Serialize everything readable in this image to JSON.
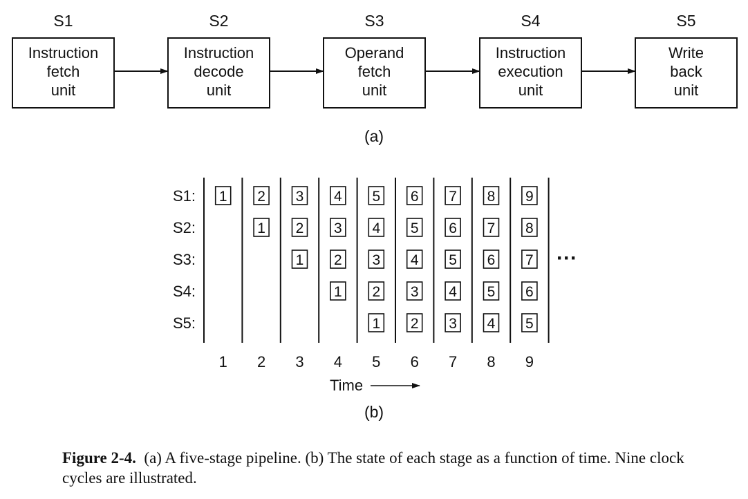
{
  "pipeline": {
    "stages": [
      {
        "id": "S1",
        "lines": [
          "Instruction",
          "fetch",
          "unit"
        ]
      },
      {
        "id": "S2",
        "lines": [
          "Instruction",
          "decode",
          "unit"
        ]
      },
      {
        "id": "S3",
        "lines": [
          "Operand",
          "fetch",
          "unit"
        ]
      },
      {
        "id": "S4",
        "lines": [
          "Instruction",
          "execution",
          "unit"
        ]
      },
      {
        "id": "S5",
        "lines": [
          "Write",
          "back",
          "unit"
        ]
      }
    ],
    "label": "(a)"
  },
  "timing": {
    "rows": [
      {
        "label": "S1:",
        "cells": [
          "1",
          "2",
          "3",
          "4",
          "5",
          "6",
          "7",
          "8",
          "9"
        ]
      },
      {
        "label": "S2:",
        "cells": [
          "",
          "1",
          "2",
          "3",
          "4",
          "5",
          "6",
          "7",
          "8"
        ]
      },
      {
        "label": "S3:",
        "cells": [
          "",
          "",
          "1",
          "2",
          "3",
          "4",
          "5",
          "6",
          "7"
        ]
      },
      {
        "label": "S4:",
        "cells": [
          "",
          "",
          "",
          "1",
          "2",
          "3",
          "4",
          "5",
          "6"
        ]
      },
      {
        "label": "S5:",
        "cells": [
          "",
          "",
          "",
          "",
          "1",
          "2",
          "3",
          "4",
          "5"
        ]
      }
    ],
    "time_ticks": [
      "1",
      "2",
      "3",
      "4",
      "5",
      "6",
      "7",
      "8",
      "9"
    ],
    "time_label": "Time",
    "ellipsis": "···",
    "label": "(b)"
  },
  "caption": {
    "bold": "Figure 2-4.",
    "text": "(a) A five-stage pipeline. (b) The state of each stage as a function of time. Nine clock cycles are illustrated."
  }
}
